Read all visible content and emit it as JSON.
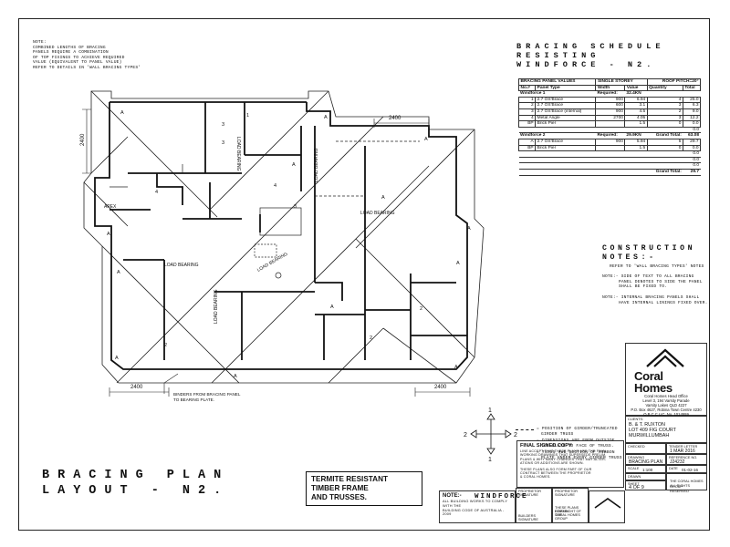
{
  "note": {
    "label": "NOTE:",
    "lines": [
      "COMBINED LENGTHS OF BRACING",
      "PANELS REQUIRE A COMBINATION",
      "OF TOP FIXINGS TO ACHIEVE REQUIRED",
      "VALUE (EQUIVALENT TO PANEL VALUE)",
      "REFER TO DETAILS IN 'WALL BRACING TYPES'"
    ]
  },
  "schedule": {
    "title_lines": [
      "BRACING SCHEDULE",
      "RESISTING",
      "WINDFORCE - N2."
    ],
    "heading": "BRACING PANEL VALUES",
    "storey": "SINGLE STOREY",
    "roof_pitch": "ROOF PITCH=20°",
    "headers": [
      "No.#",
      "Panel Type",
      "Width",
      "Value",
      "Quantity",
      "Total"
    ],
    "wf1": {
      "label": "Windforce 1",
      "req_label": "Required:",
      "req_value": "32.4KN"
    },
    "wf1_rows": [
      {
        "no": "1",
        "type": "2.7 OS'Brace",
        "width": "900",
        "value": "6.94",
        "qty": "4",
        "total": "25.0"
      },
      {
        "no": "2",
        "type": "2.7 OS'Brace",
        "width": "600",
        "value": "3.1",
        "qty": "3",
        "total": "6.3"
      },
      {
        "no": "3",
        "type": "2.7 OS'Brace (internal)",
        "width": "900",
        "value": "4.5",
        "qty": "2",
        "total": "9.0"
      },
      {
        "no": "4",
        "type": "Metal Angle",
        "width": "2700",
        "value": "4.05",
        "qty": "3",
        "total": "12.2"
      },
      {
        "no": "BP",
        "type": "Brick Pier",
        "width": "",
        "value": "1.5",
        "qty": "0",
        "total": "0.0"
      }
    ],
    "wf1_extra": [
      "0.0"
    ],
    "wf2": {
      "label": "Windforce 2",
      "req_label": "Required:",
      "req_value": "29.9KN",
      "grand_label": "Grand Total:",
      "grand_value": "63.08"
    },
    "wf2_rows": [
      {
        "no": "A",
        "type": "2.7 OS'Brace",
        "width": "900",
        "value": "5.94",
        "qty": "5",
        "total": "29.7"
      },
      {
        "no": "BP",
        "type": "Brick Pier",
        "width": "",
        "value": "1.5",
        "qty": "0",
        "total": "0.0"
      }
    ],
    "wf2_extra": [
      "0.0",
      "0.0",
      "0.0"
    ],
    "grand2": {
      "label": "Grand Total:",
      "value": "29.7"
    }
  },
  "construction_notes": {
    "title_lines": [
      "CONSTRUCTION",
      "NOTES:-"
    ],
    "items": [
      {
        "lines": [
          "REFER TO 'WALL BRACING TYPES' NOTES"
        ]
      },
      {
        "prefix": "NOTE:-",
        "lines": [
          "SIDE OF TEXT TO ALL BRACING",
          "PANEL DENOTES TO SIDE THE PANEL",
          "SHALL BE FIXED TO."
        ]
      },
      {
        "prefix": "NOTE:-",
        "lines": [
          "INTERNAL BRACING PANELS SHALL",
          "HAVE INTERNAL LININGS FIXED OVER."
        ]
      }
    ]
  },
  "plan": {
    "dim_top": "2400",
    "dim_left": "2400",
    "dim_bottom_left": "2400",
    "dim_bottom_right": "2400",
    "apex": "APEX",
    "load_bearing": "LOAD BEARING",
    "marks": [
      "A",
      "A",
      "A",
      "A",
      "A",
      "A",
      "A",
      "A",
      "A",
      "A",
      "A",
      "A",
      "A"
    ],
    "nums": [
      "1",
      "3",
      "3",
      "4",
      "4",
      "2",
      "2",
      "2",
      "3"
    ],
    "binders_note": [
      "BINDERS FROM BRACING PANEL",
      "TO BEARING PLATE."
    ]
  },
  "legend": {
    "items": [
      {
        "lines": [
          "= POSITION OF GIRDER/TRUNCATED",
          "GIRDER TRUSS"
        ]
      },
      {
        "lines": [
          "= DIMENSIONS ARE FROM OUTSIDE",
          "TOP PLATE TO FACE OF TRUSS."
        ]
      },
      {
        "lines": [
          "= 75x35 HWD SECTION OF RIBBON",
          "PLATE UNDER EVERY GIRDER TRUSS"
        ]
      }
    ]
  },
  "compass": {
    "n1": "1",
    "n2": "2"
  },
  "coral": {
    "name_lines": [
      "Coral",
      "Homes"
    ],
    "office": [
      "Coral Homes Head Office",
      "Level 3, 194 Varsity Parade",
      "Varsity Lakes QLD 4227",
      "P.O. Box 4627, Robina Town Centre 4230",
      "Q.B.C.C LIC. No. 1014559",
      "B.S.C LIC. No. 5200645"
    ]
  },
  "title_block": {
    "clients_label": "CLIENTS:",
    "clients": [
      "B. & T. RUXTON",
      "LOT 409 FIG COURT",
      "MURWILLUMBAH"
    ],
    "checked_label": "CHECKED",
    "tender_label": "TENDER LETTER",
    "date": "1 MAR 2016",
    "drawing_label": "DRAWING",
    "drawing": "BRACING PLAN",
    "ref_label": "REFERENCE No.",
    "ref": "J24232",
    "scale_label": "SCALE",
    "scale": "1:100",
    "date_label": "DATE",
    "date2": "01-02-16",
    "drawn_label": "DRAWN",
    "sheet_label": "SHEET",
    "sheet": "4 OF 9",
    "copyright": [
      "THE CORAL HOMES GROUP",
      "ALL RIGHTS RESERVED"
    ]
  },
  "final": {
    "title": "FINAL SIGNED COPY",
    "lines": [
      "LINE ACCEPT THAT THESE PLANS ARE THE FINAL",
      "WORKING DRAWINGS THAT SUPERSEDE PRELIM.",
      "PLANS & WHY MANY CHANGES THAT MAY ALTER-",
      "ATIONS OR ADDITIONS ARE SHOWN.",
      "THESE PLANS ALSO FORM PART OF OUR",
      "CONTRACT BETWEEN THE PROPRIETOR",
      "& CORAL HOMES."
    ]
  },
  "bottom": {
    "note_label": "NOTE:-",
    "note_lines": [
      "ALL BUILDING WORKS TO COMPLY WITH THE",
      "BUILDING CODE OF AUSTRALIA - 2009"
    ],
    "prop_sig": "PROPRIETOR SIGNATURE",
    "prop_sig2": "PROPRIETOR SIGNATURE",
    "builder_sig": "BUILDERS SIGNATURE",
    "copyright_small": [
      "THESE PLANS REMAIN",
      "COPYRIGHT OF THE",
      "CORAL HOMES GROUP"
    ]
  },
  "titles": {
    "main_lines": [
      "BRACING PLAN",
      "LAYOUT - N2."
    ],
    "termite_lines": [
      "TERMITE RESISTANT",
      "TIMBER FRAME",
      "AND TRUSSES."
    ],
    "windforce": "WINDFORCE"
  }
}
